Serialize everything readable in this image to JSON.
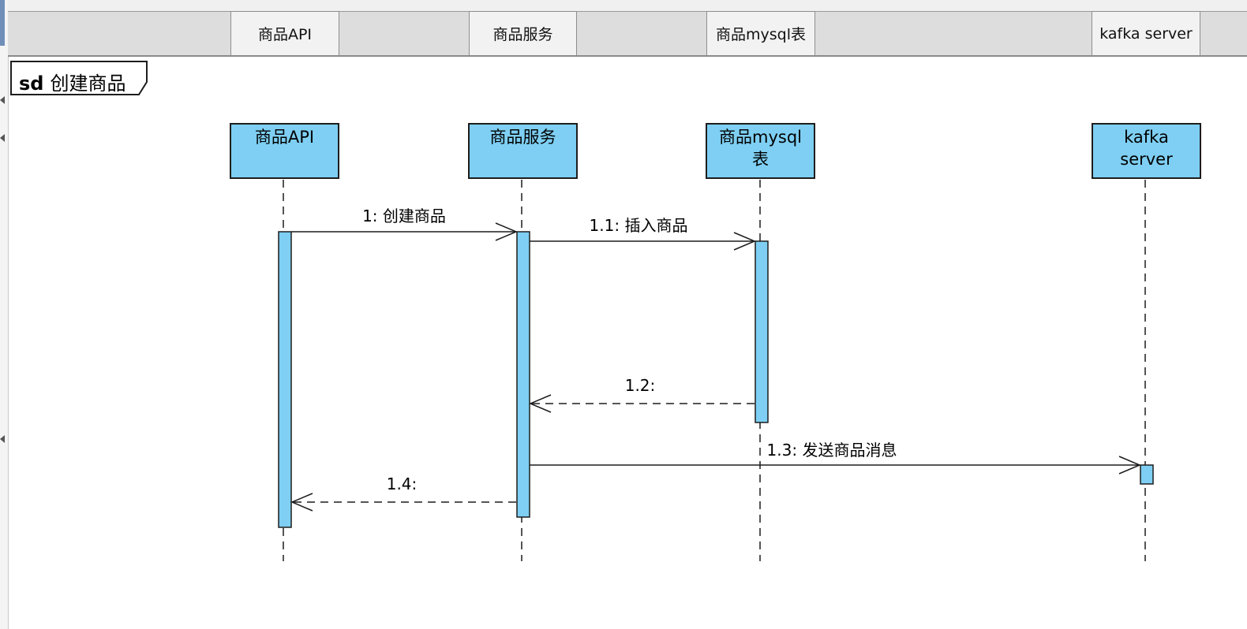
{
  "header": {
    "cells": [
      "商品API",
      "商品服务",
      "商品mysql表",
      "kafka server"
    ]
  },
  "frame": {
    "keyword": "sd",
    "name": "创建商品"
  },
  "lifelines": [
    {
      "line1": "商品API",
      "line2": ""
    },
    {
      "line1": "商品服务",
      "line2": ""
    },
    {
      "line1": "商品mysql",
      "line2": "表"
    },
    {
      "line1": "kafka",
      "line2": "server"
    }
  ],
  "messages": [
    {
      "label": "1: 创建商品",
      "from": "商品API",
      "to": "商品服务",
      "kind": "sync"
    },
    {
      "label": "1.1: 插入商品",
      "from": "商品服务",
      "to": "商品mysql表",
      "kind": "sync"
    },
    {
      "label": "1.2:",
      "from": "商品mysql表",
      "to": "商品服务",
      "kind": "return"
    },
    {
      "label": "1.3: 发送商品消息",
      "from": "商品服务",
      "to": "kafka server",
      "kind": "sync"
    },
    {
      "label": "1.4:",
      "from": "商品服务",
      "to": "商品API",
      "kind": "return"
    }
  ],
  "colors": {
    "lifeline_fill": "#7ecff3",
    "activation_fill": "#7ecff3",
    "stroke": "#1d1d1d",
    "header_bg": "#dddddd",
    "header_cell_bg": "#f2f2f2"
  }
}
